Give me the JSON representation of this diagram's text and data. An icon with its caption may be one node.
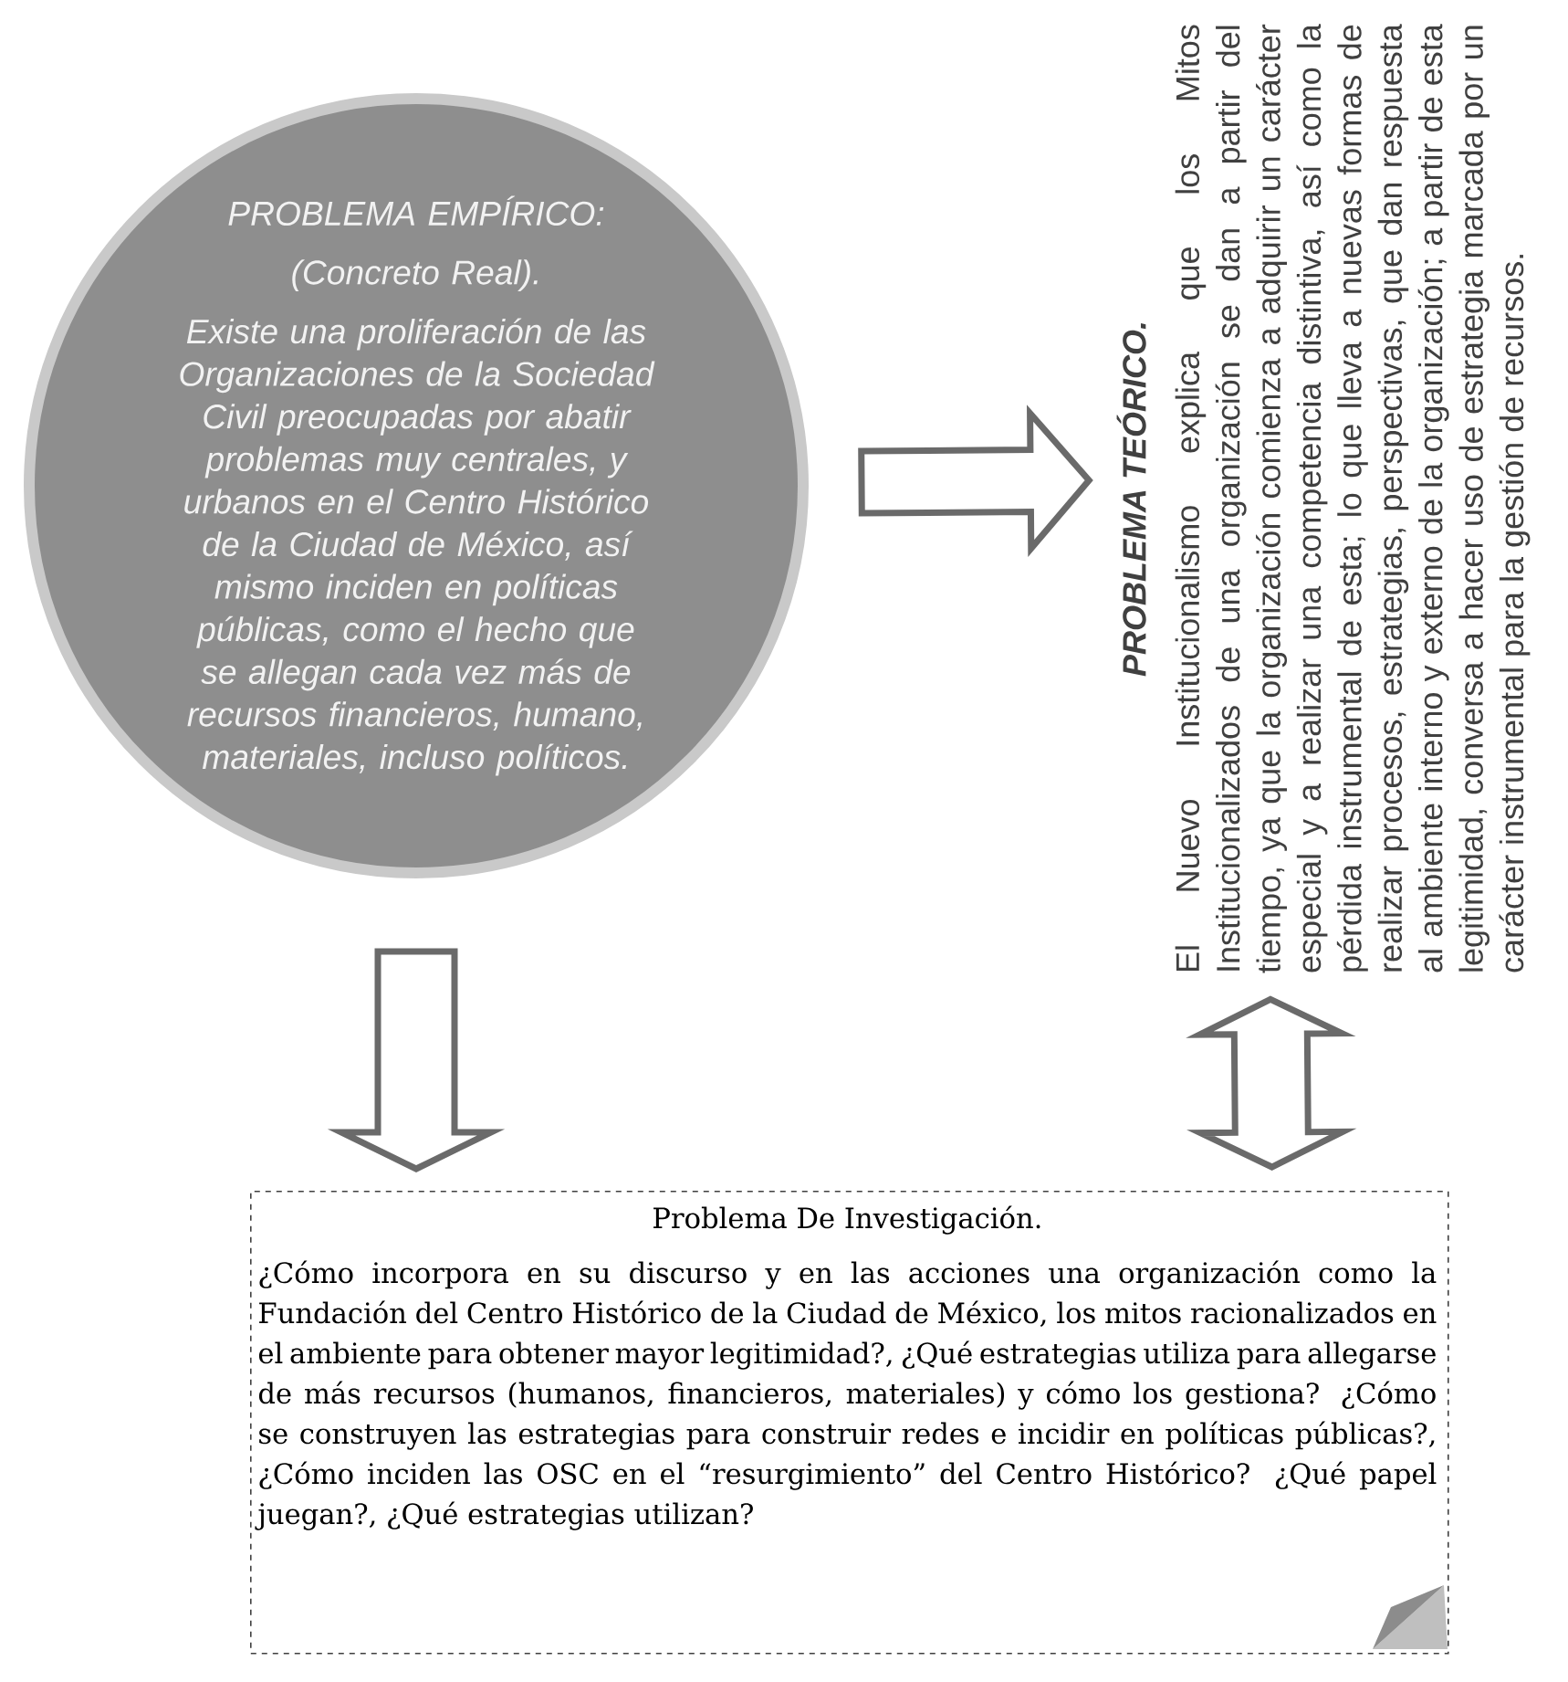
{
  "diagram": {
    "nodes": [
      {
        "text": [
          "PROBLEMA EMPÍRICO:",
          "(Concreto Real).",
          "Existe una proliferación de las Organizaciones de la Sociedad Civil preocupadas por abatir problemas muy centrales, y urbanos en el Centro Histórico de la Ciudad de México, así mismo inciden en políticas públicas, como el hecho que se allegan cada vez más de recursos financieros, humano, materiales, incluso políticos."
        ]
      },
      {
        "text": [
          "PROBLEMA TEÓRICO.",
          "El Nuevo Institucionalismo explica que los Mitos Institucionalizados de una organización se dan a partir del tiempo, ya que la organización comienza a adquirir un carácter especial y a realizar una competencia distintiva, así como la pérdida instrumental de esta; lo que lleva a nuevas formas de realizar procesos, estrategias, perspectivas, que dan respuesta al ambiente interno y externo de la organización; a partir de esta legitimidad, conversa a hacer uso de estrategia marcada por un carácter instrumental para la gestión de recursos."
        ]
      },
      {
        "text": [
          "Problema De Investigación.",
          "¿Cómo incorpora en su discurso y en las acciones una organización como la Fundación del Centro Histórico de la Ciudad de México, los mitos racionalizados en el ambiente para obtener mayor legitimidad?, ¿Qué estrategias utiliza para allegarse de más recursos (humanos, financieros, materiales) y cómo los gestiona? ¿Cómo se construyen las estrategias para construir redes e incidir en políticas públicas?, ¿Cómo inciden las OSC en el “resurgimiento” del Centro Histórico? ¿Qué papel juegan?, ¿Qué estrategias utilizan?"
        ]
      }
    ],
    "edges": [
      {
        "from": 0,
        "to": 1,
        "arrow": "to"
      },
      {
        "from": 0,
        "to": 2,
        "arrow": "to"
      },
      {
        "from": 1,
        "to": 2,
        "arrow": "both"
      }
    ]
  }
}
